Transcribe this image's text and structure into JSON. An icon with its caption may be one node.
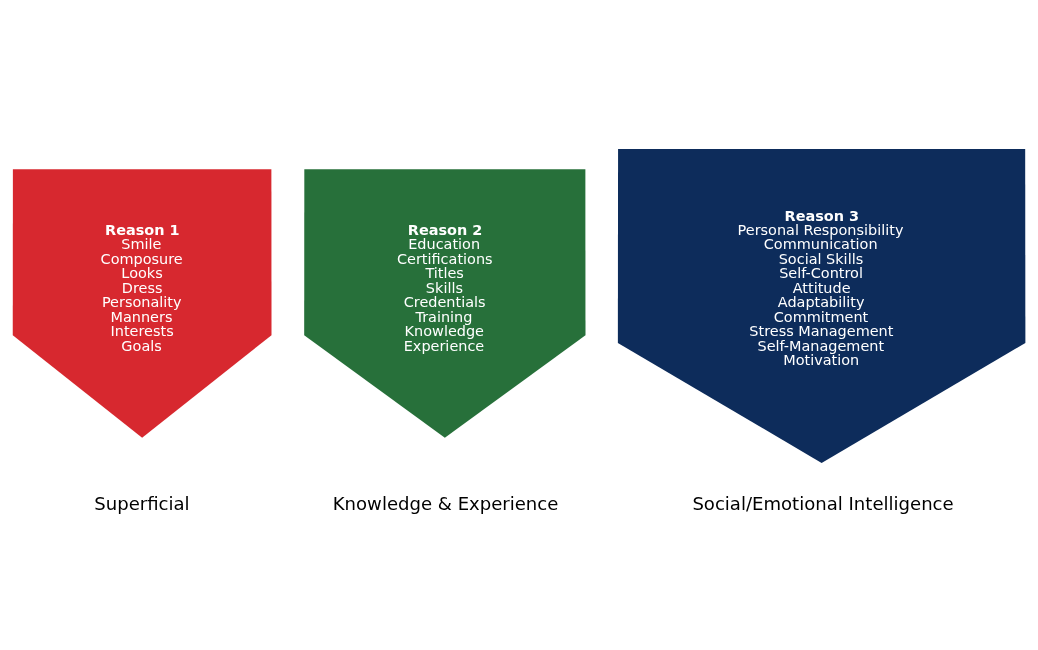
{
  "diagram": {
    "nodes": [
      {
        "text": [
          "Reason 1",
          "Smile",
          "Composure",
          "Looks",
          "Dress",
          "Personality",
          "Manners",
          "Interests",
          "Goals"
        ],
        "beside": [
          "Superficial"
        ]
      },
      {
        "text": [
          "Reason 2",
          "Education",
          "Certifications",
          "Titles",
          "Skills",
          "Credentials",
          "Training",
          "Knowledge",
          "Experience"
        ],
        "beside": [
          "Knowledge & Experience"
        ]
      },
      {
        "text": [
          "Reason 3",
          "Personal Responsibility",
          "Communication",
          "Social Skills",
          "Self-Control",
          "Attitude",
          "Adaptability",
          "Commitment",
          "Stress Management",
          "Self-Management",
          "Motivation"
        ],
        "beside": [
          "Social/Emotional Intelligence"
        ]
      }
    ],
    "edges": []
  }
}
